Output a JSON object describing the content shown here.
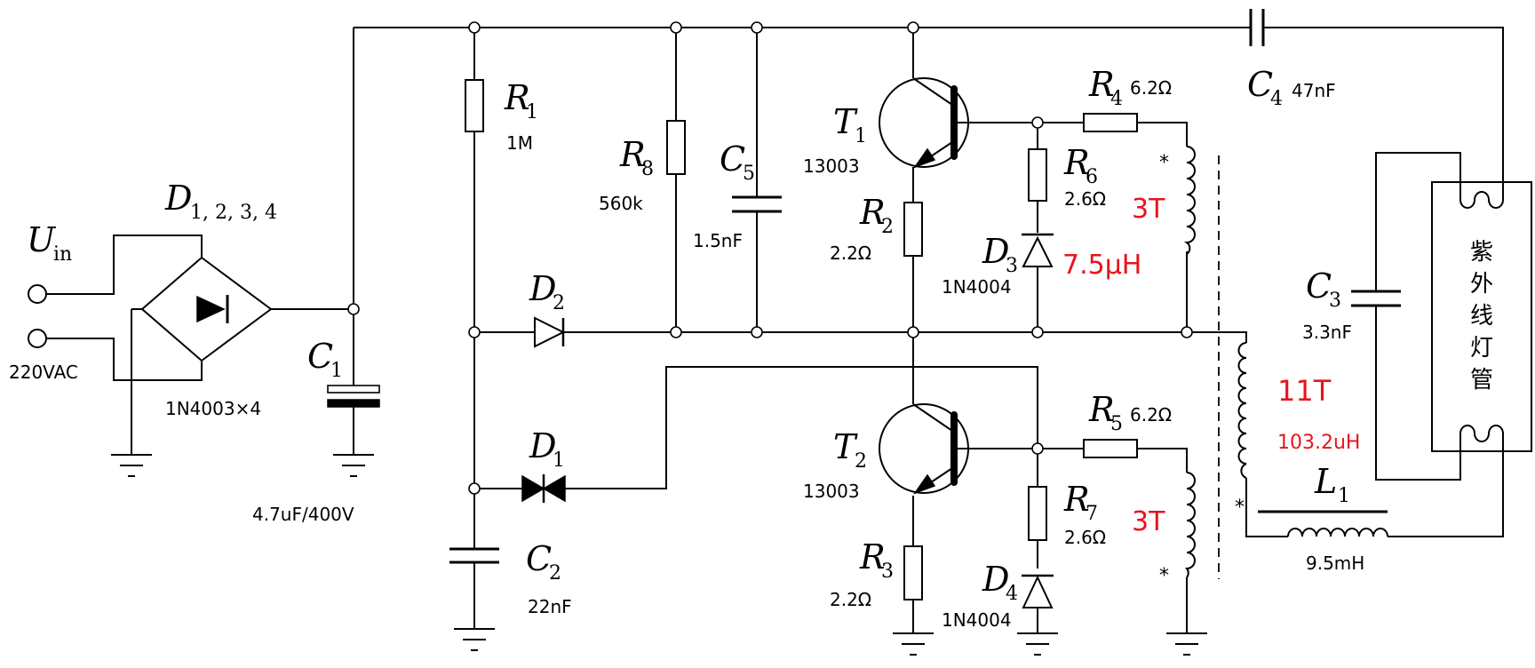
{
  "input": {
    "u_sym": "U",
    "u_sub": "in",
    "voltage": "220VAC"
  },
  "bridge": {
    "sym": "D",
    "sub": "1, 2, 3, 4",
    "part": "1N4003×4"
  },
  "c1": {
    "sym": "C",
    "sub": "1",
    "value": "4.7uF/400V"
  },
  "r1": {
    "sym": "R",
    "sub": "1",
    "value": "1M"
  },
  "r8": {
    "sym": "R",
    "sub": "8",
    "value": "560k"
  },
  "c5": {
    "sym": "C",
    "sub": "5",
    "value": "1.5nF"
  },
  "d2": {
    "sym": "D",
    "sub": "2"
  },
  "d1": {
    "sym": "D",
    "sub": "1"
  },
  "c2": {
    "sym": "C",
    "sub": "2",
    "value": "22nF"
  },
  "t1": {
    "sym": "T",
    "sub": "1",
    "part": "13003"
  },
  "t2": {
    "sym": "T",
    "sub": "2",
    "part": "13003"
  },
  "r2": {
    "sym": "R",
    "sub": "2",
    "value": "2.2Ω"
  },
  "r3": {
    "sym": "R",
    "sub": "3",
    "value": "2.2Ω"
  },
  "r4": {
    "sym": "R",
    "sub": "4",
    "value": "6.2Ω"
  },
  "r5": {
    "sym": "R",
    "sub": "5",
    "value": "6.2Ω"
  },
  "r6": {
    "sym": "R",
    "sub": "6",
    "value": "2.6Ω"
  },
  "r7": {
    "sym": "R",
    "sub": "7",
    "value": "2.6Ω"
  },
  "d3": {
    "sym": "D",
    "sub": "3",
    "part": "1N4004"
  },
  "d4": {
    "sym": "D",
    "sub": "4",
    "part": "1N4004"
  },
  "c4": {
    "sym": "C",
    "sub": "4",
    "value": "47nF"
  },
  "c3": {
    "sym": "C",
    "sub": "3",
    "value": "3.3nF"
  },
  "l1": {
    "sym": "L",
    "sub": "1",
    "value": "9.5mH"
  },
  "transformer": {
    "top_turns": "3T",
    "top_inductance": "7.5μH",
    "primary_turns": "11T",
    "primary_inductance": "103.2uH",
    "bottom_turns": "3T",
    "dot_mark": "*"
  },
  "lamp": {
    "label_chars": [
      "紫",
      "外",
      "线",
      "灯",
      "管"
    ]
  },
  "colors": {
    "ink": "#000000",
    "annotation": "#e8141c",
    "background": "#ffffff"
  }
}
